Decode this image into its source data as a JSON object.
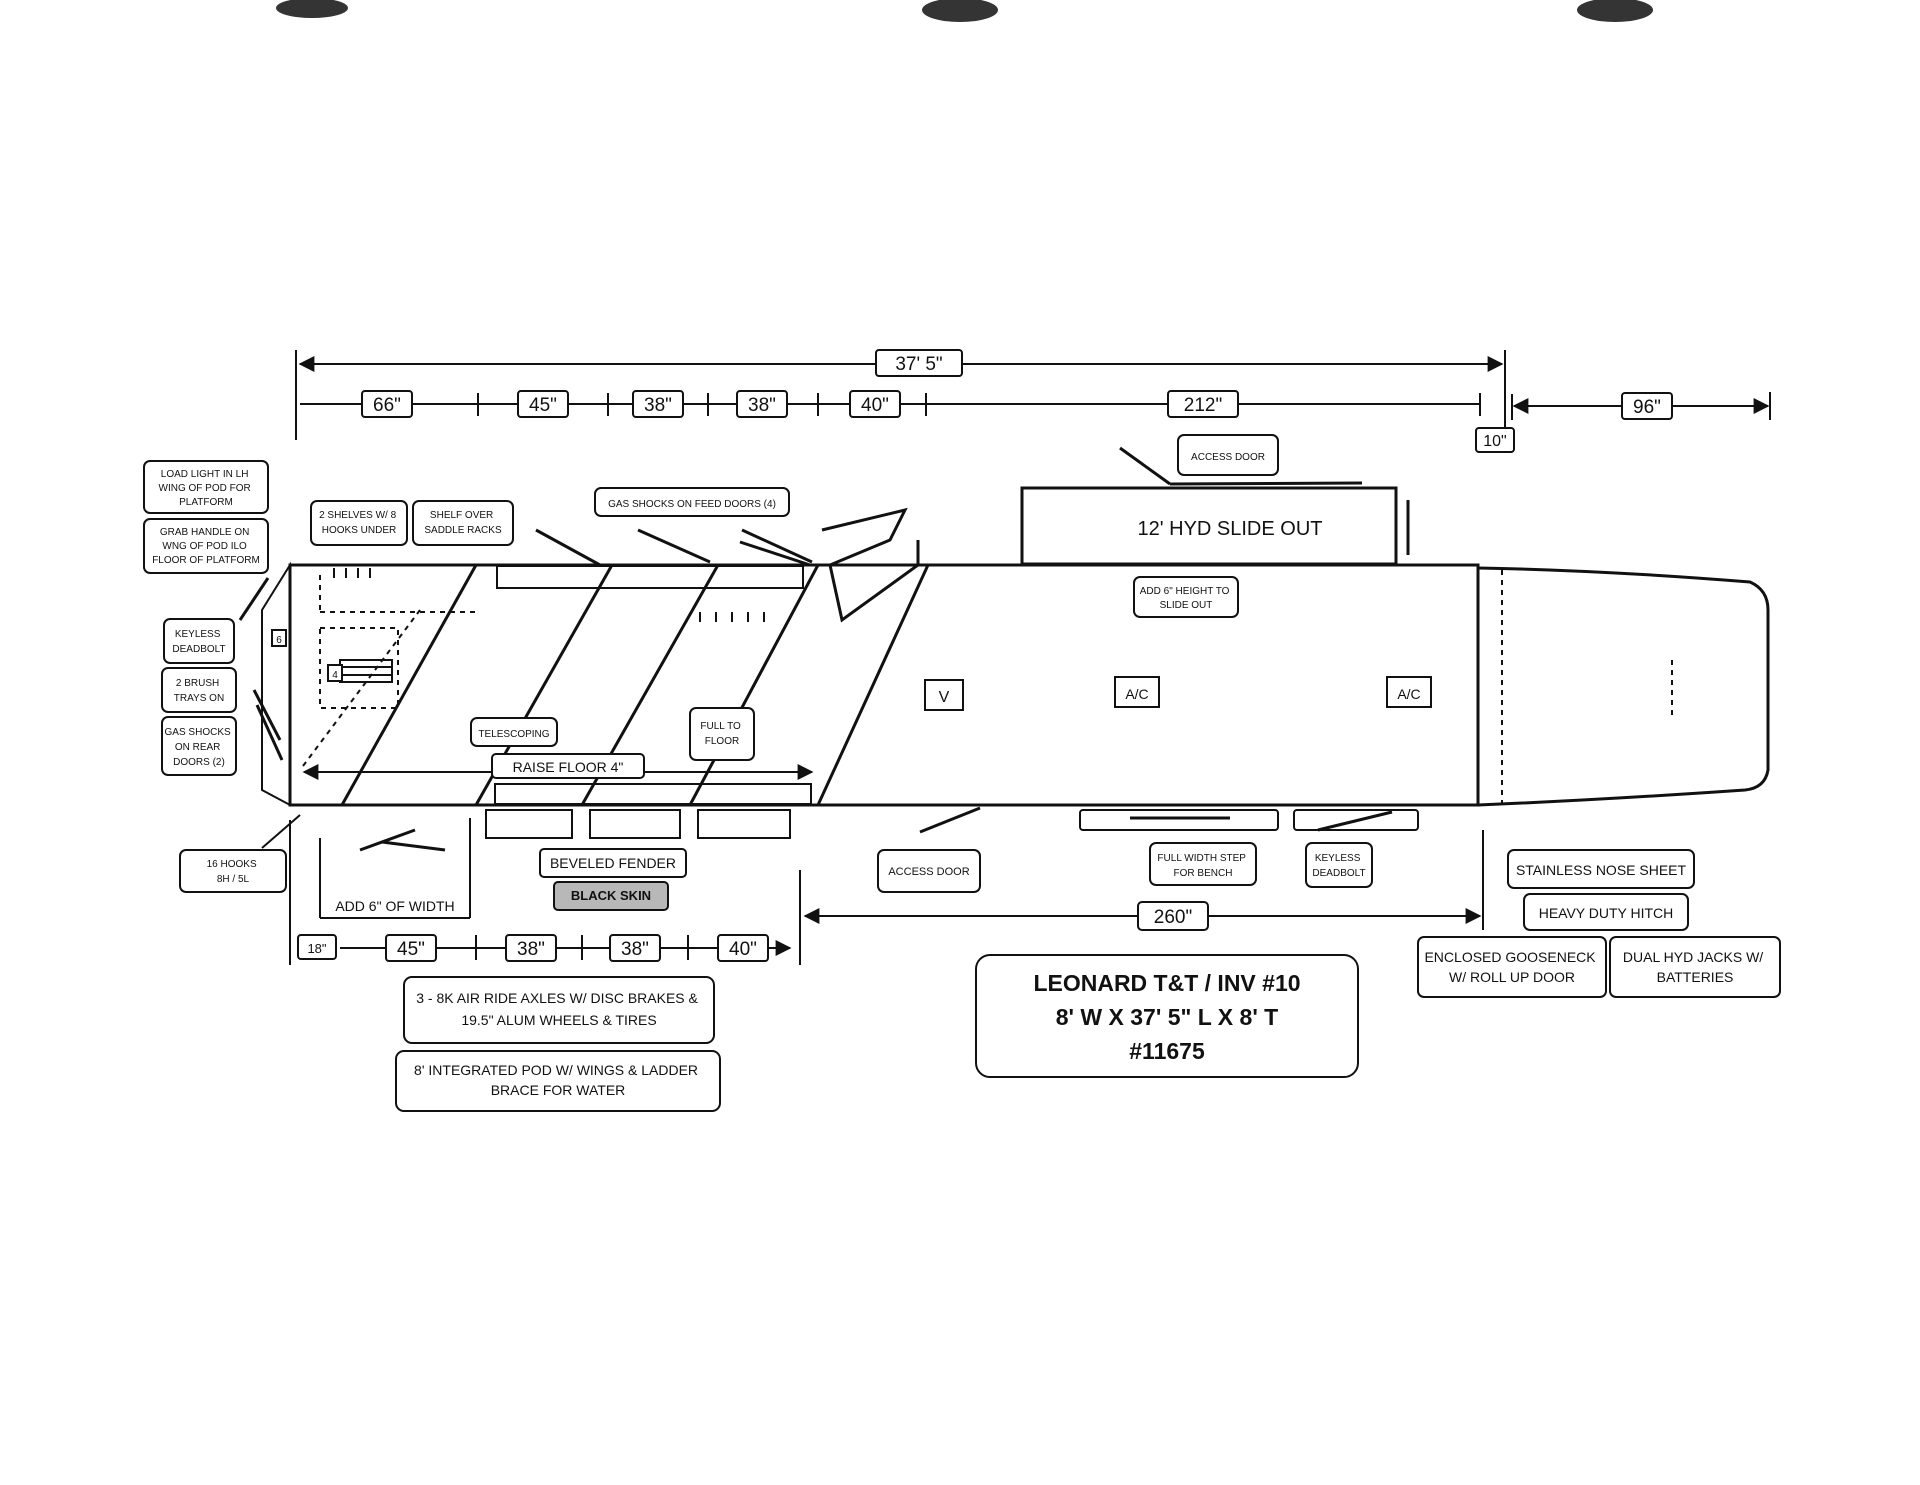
{
  "dimensions": {
    "overall_length": "37' 5\"",
    "top_segments": [
      "66\"",
      "45\"",
      "38\"",
      "38\"",
      "40\"",
      "212\""
    ],
    "nose_offset": "10\"",
    "nose_length": "96\"",
    "bottom_segments": [
      "18\"",
      "45\"",
      "38\"",
      "38\"",
      "40\""
    ],
    "bottom_living": "260\""
  },
  "callouts": {
    "load_light": "LOAD LIGHT IN LH WING OF POD FOR PLATFORM",
    "grab_handle": "GRAB HANDLE ON WNG OF POD ILO FLOOR OF PLATFORM",
    "keyless_deadbolt_rear": "KEYLESS DEADBOLT",
    "brush_trays": "2 BRUSH TRAYS ON",
    "gas_shocks_rear": "GAS SHOCKS ON REAR DOORS (2)",
    "hooks": "16 HOOKS 8H / 5L",
    "shelves": "2 SHELVES W/ 8 HOOKS UNDER",
    "shelf_saddle": "SHELF OVER SADDLE RACKS",
    "gas_shocks_feed": "GAS SHOCKS ON FEED DOORS (4)",
    "access_door_top": "ACCESS DOOR",
    "slide_out": "12' HYD SLIDE OUT",
    "slide_height": "ADD 6\" HEIGHT TO SLIDE OUT",
    "vent": "V",
    "ac_1": "A/C",
    "ac_2": "A/C",
    "telescoping": "TELESCOPING",
    "full_to_floor": "FULL TO FLOOR",
    "raise_floor": "RAISE FLOOR 4\"",
    "beveled_fender": "BEVELED FENDER",
    "black_skin": "BLACK SKIN",
    "add_width": "ADD 6\" OF WIDTH",
    "access_door_bottom": "ACCESS DOOR",
    "bench_step": "FULL WIDTH STEP FOR BENCH",
    "keyless_deadbolt_side": "KEYLESS DEADBOLT",
    "nose_sheet": "STAINLESS NOSE SHEET",
    "hitch": "HEAVY DUTY HITCH",
    "gooseneck": "ENCLOSED GOOSENECK W/ ROLL UP DOOR",
    "jacks": "DUAL HYD JACKS W/ BATTERIES",
    "axles": "3 - 8K AIR RIDE AXLES W/ DISC BRAKES & 19.5\" ALUM WHEELS & TIRES",
    "pod": "8' INTEGRATED POD W/ WINGS & LADDER BRACE FOR WATER",
    "marker_4": "4",
    "marker_6": "6"
  },
  "title_block": {
    "line1": "LEONARD T&T / INV #10",
    "line2": "8' W X 37' 5\" L X 8' T",
    "line3": "#11675"
  }
}
